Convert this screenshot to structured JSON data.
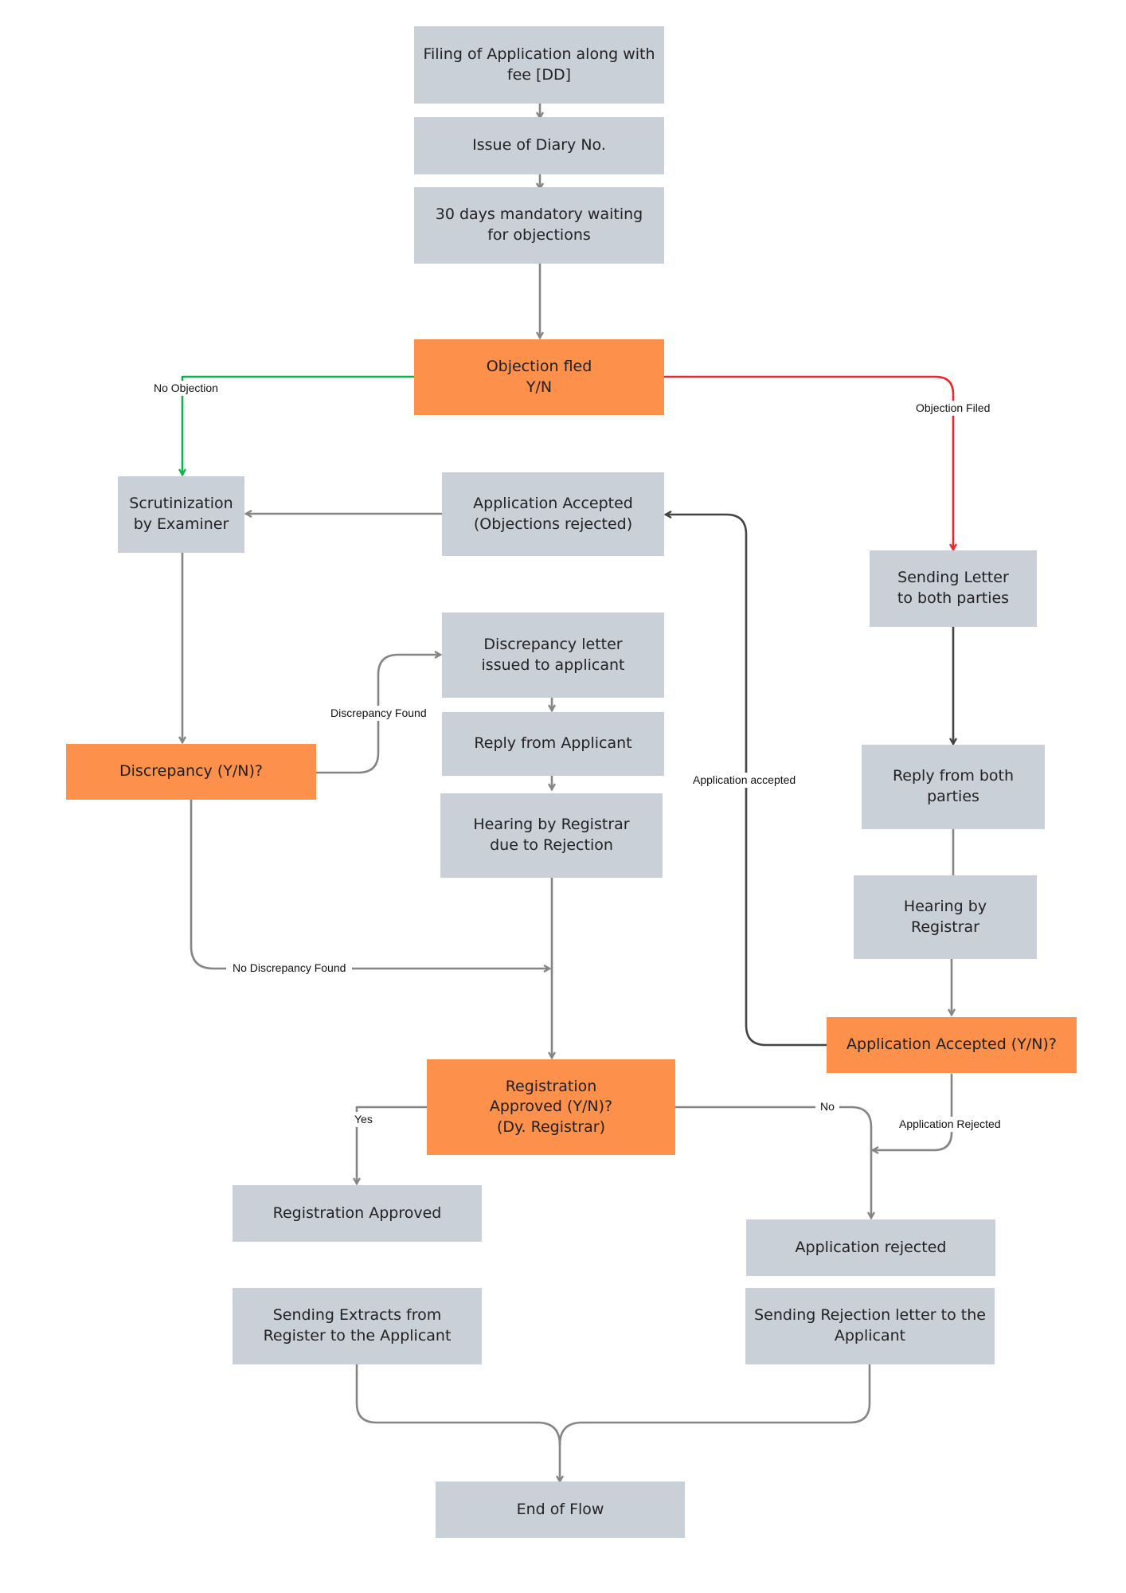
{
  "colors": {
    "process_box": "#c9d0d8",
    "decision_box": "#fd914b",
    "connector": "#858585",
    "connector_dark": "#444444",
    "no_objection_path": "#0fb14b",
    "objection_filed_path": "#e8282d"
  },
  "nodes": {
    "filing": "Filing of Application along with\nfee [DD]",
    "diary": "Issue of Diary No.",
    "waiting": "30 days mandatory waiting\nfor objections",
    "objection_q": "Objection fled\nY/N",
    "scrutiny": "Scrutinization\nby Examiner",
    "accepted_obj_rejected": "Application Accepted\n(Objections rejected)",
    "sending_letter": "Sending Letter\nto both parties",
    "discrepancy_letter": "Discrepancy letter\nissued to applicant",
    "reply_applicant": "Reply from Applicant",
    "discrepancy_q": "Discrepancy (Y/N)?",
    "hearing_rejection": "Hearing by Registrar\ndue to Rejection",
    "reply_both": "Reply from both\nparties",
    "hearing_registrar": "Hearing by\nRegistrar",
    "accepted_q": "Application Accepted (Y/N)?",
    "registration_q": "Registration\nApproved (Y/N)?\n(Dy. Registrar)",
    "registration_approved": "Registration Approved",
    "application_rejected": "Application rejected",
    "sending_extracts": "Sending Extracts from\nRegister to the Applicant",
    "sending_rejection": "Sending Rejection letter to the\nApplicant",
    "end": "End of Flow"
  },
  "edge_labels": {
    "no_objection": "No Objection",
    "objection_filed": "Objection Filed",
    "discrepancy_found": "Discrepancy Found",
    "application_accepted": "Application accepted",
    "no_discrepancy_found": "No Discrepancy Found",
    "yes": "Yes",
    "no": "No",
    "application_rejected": "Application Rejected"
  }
}
